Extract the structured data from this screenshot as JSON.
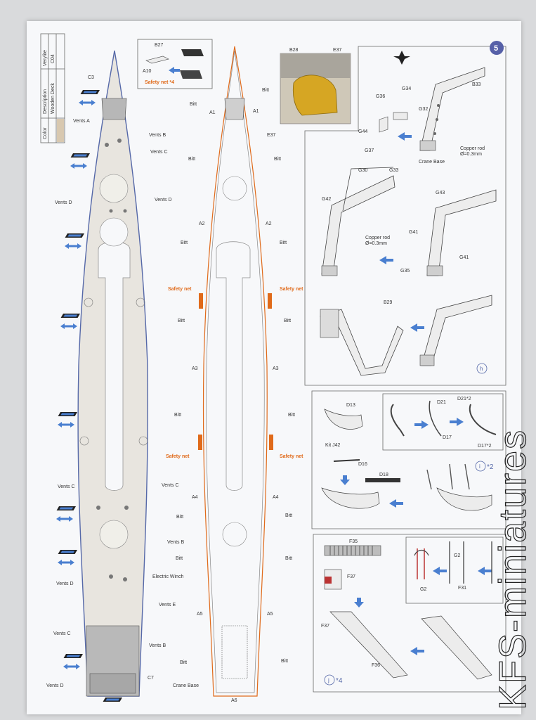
{
  "step_number": "5",
  "color_table": {
    "headers": [
      "Color",
      "Description",
      "Verylite"
    ],
    "row": {
      "description": "Wooden Deck",
      "code": "C04",
      "swatch": "#d8c8b0"
    }
  },
  "inset_top": {
    "parts": [
      "B27",
      "A10"
    ],
    "note": "Safety net *4"
  },
  "photo_labels": [
    "B28",
    "E37"
  ],
  "left_deck_labels": [
    "C3",
    "Vents A",
    "Vents B",
    "Vents C",
    "Vents D",
    "Vents D",
    "Vents C",
    "Vents C",
    "Vents B",
    "Electric Winch",
    "Vents D",
    "Vents E",
    "Vents C",
    "Vents B",
    "C7",
    "Vents D"
  ],
  "mid_deck_labels": {
    "bitt": "Bitt",
    "parts": [
      "A1",
      "A1",
      "E37",
      "A2",
      "A2",
      "A3",
      "A3",
      "A4",
      "A4",
      "A5",
      "A5",
      "A6"
    ],
    "safety_net": "Safety net",
    "crane_base": "Crane Base"
  },
  "crane_panel": {
    "labels": [
      "B33",
      "G36",
      "G34",
      "G32",
      "G44",
      "G37",
      "Crane Base",
      "Copper rod",
      "Ø=0.3mm",
      "G30",
      "G33",
      "G42",
      "G43",
      "Copper rod",
      "Ø=0.3mm",
      "G41",
      "G41",
      "G35",
      "B29"
    ],
    "sub": "h"
  },
  "boat_panel": {
    "labels": [
      "D13",
      "Kit J42",
      "D16",
      "D18",
      "D21",
      "D21*2",
      "D17",
      "D17*2"
    ],
    "sub": "i",
    "mult": "*2"
  },
  "ladder_panel": {
    "labels": [
      "F35",
      "F37",
      "F37",
      "F36",
      "G2",
      "G2",
      "F31"
    ],
    "sub": "j",
    "mult": "*4"
  },
  "watermark": "KFS-miniatures",
  "colors": {
    "arrow": "#4a7fd0",
    "accent_orange": "#e06a1a",
    "step_circle": "#5660a8"
  }
}
